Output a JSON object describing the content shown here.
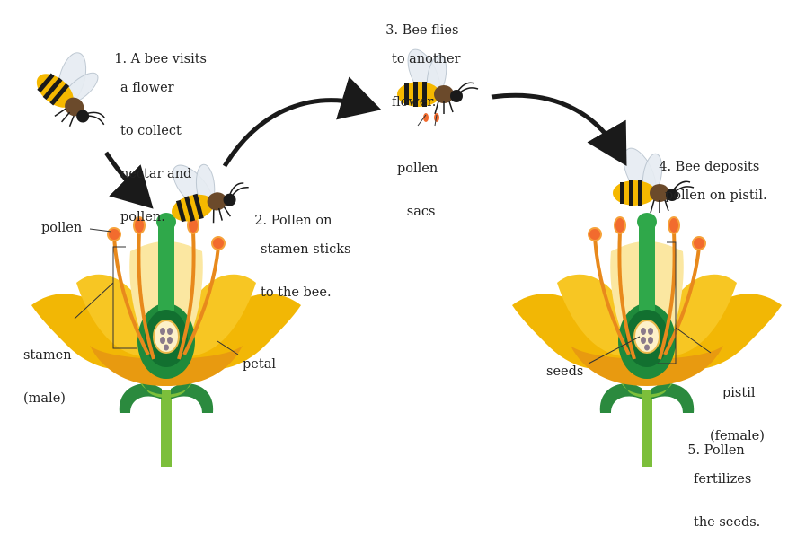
{
  "steps": {
    "s1": {
      "num": "1.",
      "lines": [
        "A bee visits",
        "a flower",
        "to collect",
        "nectar and",
        "pollen."
      ]
    },
    "s2": {
      "num": "2.",
      "lines": [
        "Pollen on",
        "stamen sticks",
        "to the bee."
      ]
    },
    "s3": {
      "num": "3.",
      "lines": [
        "Bee flies",
        "to another",
        "flower."
      ]
    },
    "s4": {
      "num": "4.",
      "lines": [
        "Bee deposits",
        "pollen on pistil."
      ]
    },
    "s5": {
      "num": "5.",
      "lines": [
        "Pollen",
        "fertilizes",
        "the seeds."
      ]
    }
  },
  "labels": {
    "pollen": "pollen",
    "stamen": [
      "stamen",
      "(male)"
    ],
    "petal": "petal",
    "pollen_sacs": [
      "pollen",
      "sacs"
    ],
    "seeds": "seeds",
    "pistil": [
      "pistil",
      "(female)"
    ]
  },
  "colors": {
    "petal_outer": "#f2b705",
    "petal_inner": "#f7d046",
    "petal_light": "#fbe7a1",
    "stamen": "#e8891c",
    "anther": "#f26b2e",
    "pistil_dark": "#1f8a3b",
    "pistil_light": "#2fa84a",
    "stem": "#7cbf3b",
    "bee_yellow": "#f5b800",
    "bee_black": "#1a1a1a",
    "arrow": "#1a1a1a"
  }
}
